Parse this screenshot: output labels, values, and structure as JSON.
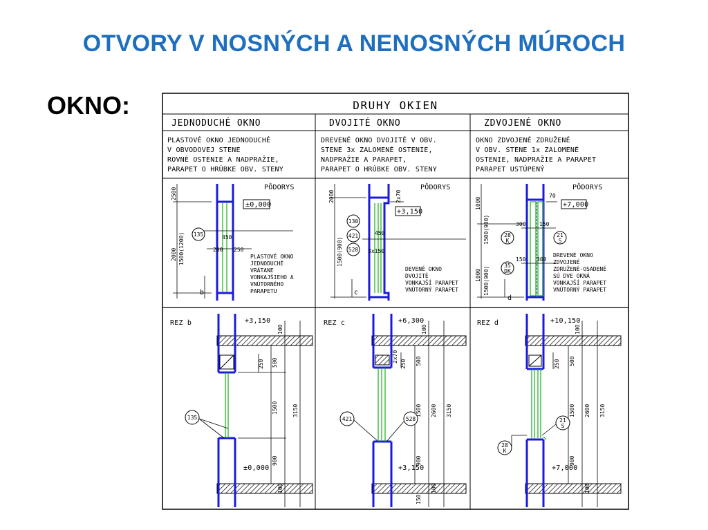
{
  "slide": {
    "title": "OTVORY V NOSNÝCH A NENOSNÝCH MÚROCH",
    "subtitle": "OKNO:"
  },
  "drawing": {
    "title": "DRUHY OKIEN",
    "columns": [
      {
        "header": "JEDNODUCHÉ OKNO",
        "description": [
          "PLASTOVÉ OKNO JEDNODUCHÉ",
          "V OBVODOVEJ STENE",
          "ROVNÉ OSTENIE A NADPRAŽIE,",
          "PARAPET O HRÚBKE OBV. STENY"
        ],
        "plan_label": "PÔDORYS",
        "plan_level": "±0,000",
        "plan_dims": [
          "2500",
          "2000",
          "1500(1200)",
          "450",
          "200",
          "250"
        ],
        "plan_tag": "135",
        "plan_letter": "b",
        "plan_note": [
          "PLASTOVÉ OKNO",
          "JEDNODUCHÉ",
          "VRÁTANE",
          "VONKAJŠIEHO A",
          "VNÚTORNÉHO",
          "PARAPETU"
        ],
        "section_label": "REZ b",
        "section_levels": [
          "+3,150",
          "±0,000"
        ],
        "section_dims": [
          "100",
          "500",
          "250",
          "1500",
          "3150",
          "900",
          "100"
        ],
        "section_tag": "135"
      },
      {
        "header": "DVOJITÉ OKNO",
        "description": [
          "DREVENÉ OKNO DVOJITÉ V OBV.",
          "STENE 3x ZALOMENÉ OSTENIE,",
          "NADPRAŽIE A PARAPET,",
          "PARAPET O HRÚBKE OBV. STENY"
        ],
        "plan_label": "PÔDORYS",
        "plan_level": "+3,150",
        "plan_dims": [
          "2000",
          "1500(900)",
          "2x70",
          "450",
          "3x150"
        ],
        "plan_tags": [
          "130",
          "421",
          "528"
        ],
        "plan_letter": "c",
        "plan_note": [
          "DEVENÉ OKNO",
          "DVOJITÉ",
          "VONKAJŠÍ PARAPET",
          "VNÚTORNÝ PARAPET"
        ],
        "section_label": "REZ c",
        "section_levels": [
          "+6,300",
          "+3,150"
        ],
        "section_dims": [
          "100",
          "500",
          "250",
          "2x70",
          "1500",
          "2600",
          "3150",
          "900",
          "100",
          "150"
        ],
        "section_tags": [
          "421",
          "528"
        ]
      },
      {
        "header": "ZDVOJENÉ OKNO",
        "description": [
          "OKNO ZDVOJENÉ ZDRUŽENÉ",
          "V OBV. STENE 1x ZALOMENÉ",
          "OSTENIE, NADPRAŽIE A PARAPET",
          "PARAPET USTÚPENÝ"
        ],
        "plan_label": "PÔDORYS",
        "plan_level": "+7,000",
        "plan_dims": [
          "1000",
          "1000",
          "1500(900)",
          "1500(900)",
          "300",
          "150",
          "150",
          "300",
          "70"
        ],
        "plan_tags": [
          "28\nK",
          "21\nS",
          "35\nDK"
        ],
        "plan_letter": "d",
        "plan_note": [
          "DREVENÉ OKNO",
          "ZDVOJENÉ",
          "ZDRUŽENÉ-OSADENÉ",
          "SÚ DVE OKNÁ",
          "VONKAJŠÍ PARAPET",
          "VNÚTORNÝ PARAPET"
        ],
        "section_label": "REZ d",
        "section_levels": [
          "+10,150",
          "+7,000"
        ],
        "section_dims": [
          "100",
          "500",
          "250",
          "1500",
          "2600",
          "3150",
          "900",
          "100"
        ],
        "section_tags": [
          "21\nS",
          "28\nK"
        ]
      }
    ]
  },
  "colors": {
    "title": "#1f6fbf",
    "wall": "#1a1adc",
    "glass": "#10b010",
    "lines": "#000000"
  }
}
